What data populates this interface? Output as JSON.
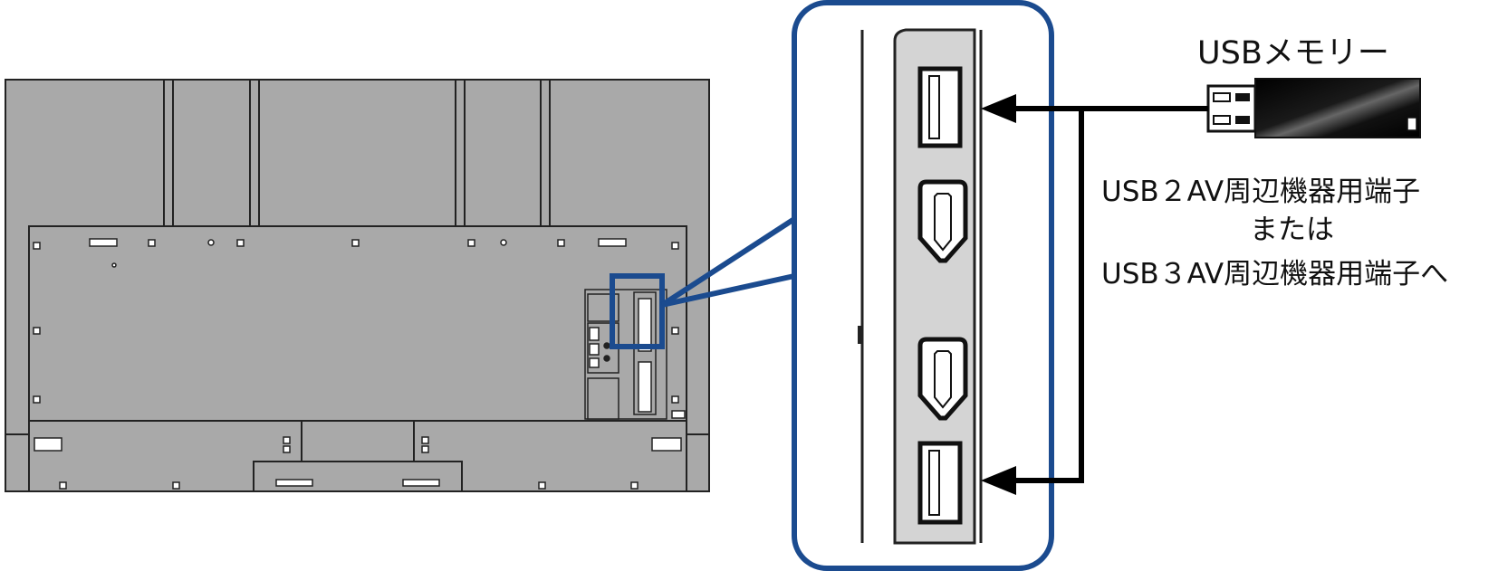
{
  "labels": {
    "usb_memory": "USBメモリー",
    "line1": "USB２AV周辺機器用端子",
    "line2": "または",
    "line3": "USB３AV周辺機器用端子へ"
  },
  "colors": {
    "callout_blue": "#1b4b8f",
    "tv_body": "#a9a9a9",
    "port_panel": "#d4d4d4",
    "line": "#000000"
  },
  "icons": [
    "usb-memory-icon",
    "usb-port-icon",
    "hdmi-port-icon",
    "arrow-icon"
  ]
}
